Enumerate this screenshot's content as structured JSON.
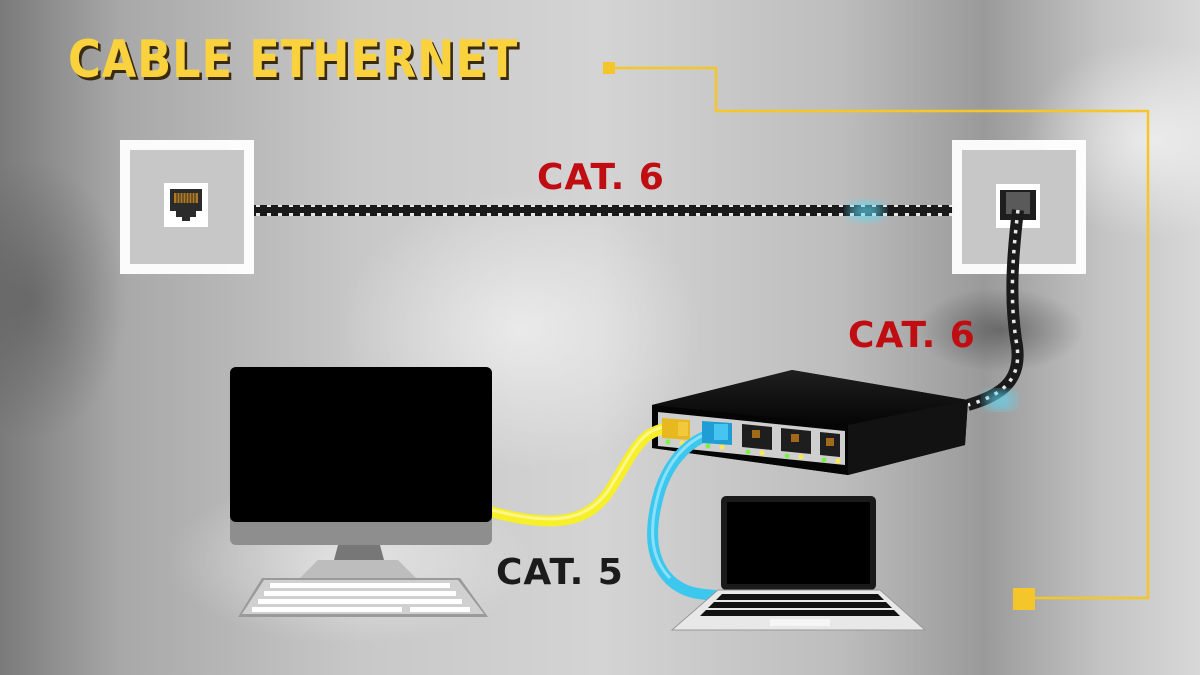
{
  "title": "CABLE ETHERNET",
  "labels": {
    "wall_cable": "CAT. 6",
    "switch_uplink": "CAT. 6",
    "laptop_cable": "CAT. 5"
  },
  "devices": {
    "wall_jack_left": "RJ45 wall socket",
    "wall_jack_right": "RJ45 wall socket with plugged cable",
    "switch": "5-port network switch",
    "desktop": "desktop computer with keyboard",
    "laptop": "laptop"
  },
  "colors": {
    "title_yellow": "#f9d23d",
    "callout_line": "#f4c62a",
    "label_red": "#c00d12",
    "label_dark": "#1b1b1b",
    "cable_cat5_yellow": "#f6ef2a",
    "cable_cat5_blue": "#3cc7ef",
    "cable_cat6": "#1a1a1a",
    "glow": "#5fd9f5"
  },
  "switch_ports": 5
}
